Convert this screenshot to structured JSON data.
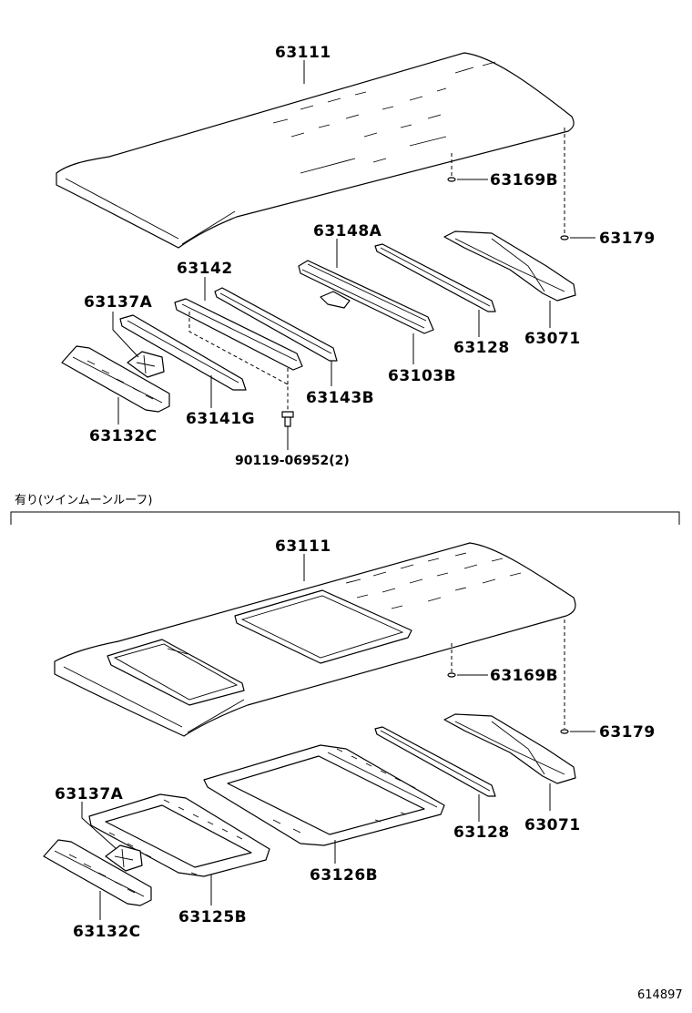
{
  "section_top": {
    "labels": {
      "roof_panel": "63111",
      "clip_front": "63169B",
      "clip_rear": "63179",
      "bow_center": "63148A",
      "bow_front": "63142",
      "reinf_left": "63137A",
      "header_bow": "63141G",
      "bow_mid": "63143B",
      "bow_rear_center": "63103B",
      "bow_rear": "63128",
      "rear_header": "63071",
      "front_header": "63132C",
      "bolt": "90119-06952(2)"
    }
  },
  "section_bottom": {
    "note": "有り(ツインムーンルーフ)",
    "labels": {
      "roof_panel": "63111",
      "clip_front": "63169B",
      "clip_rear": "63179",
      "reinf_left": "63137A",
      "bow_rear": "63128",
      "rear_header": "63071",
      "front_header": "63132C",
      "sunroof_frame_front": "63125B",
      "sunroof_frame_rear": "63126B"
    }
  },
  "ref_code": "614897"
}
